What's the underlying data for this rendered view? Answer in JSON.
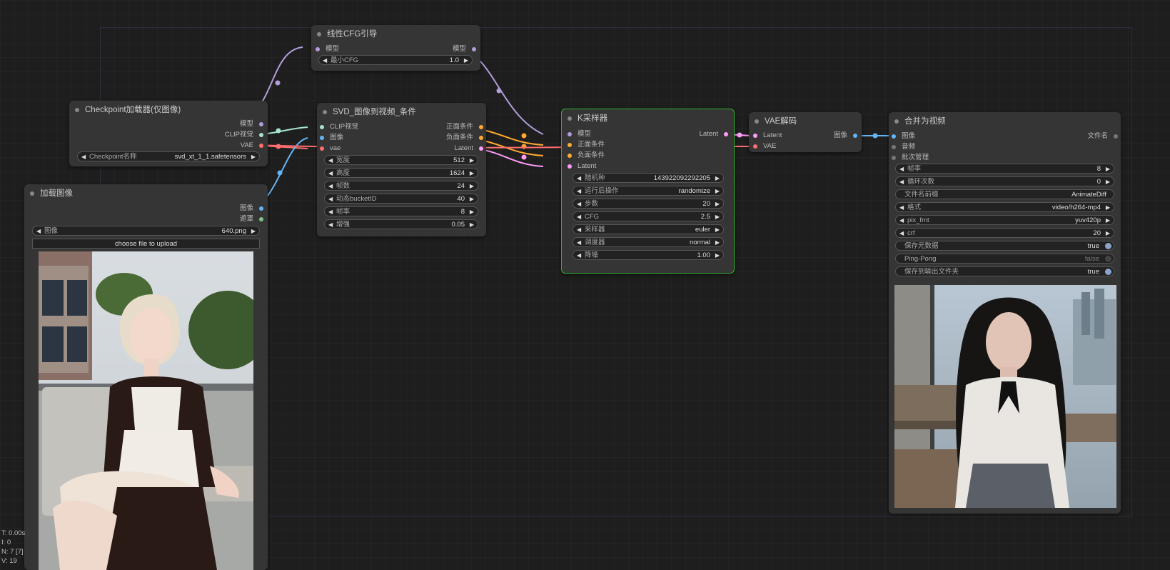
{
  "nodes": {
    "cfg": {
      "title": "线性CFG引导",
      "in_model": "模型",
      "out_model": "模型",
      "min_cfg_label": "最小CFG",
      "min_cfg_value": "1.0"
    },
    "ckpt": {
      "title": "Checkpoint加载器(仅图像)",
      "out_model": "模型",
      "out_clip": "CLIP视觉",
      "out_vae": "VAE",
      "name_label": "Checkpoint名称",
      "name_value": "svd_xt_1_1.safetensors"
    },
    "svd": {
      "title": "SVD_图像到视频_条件",
      "in_clip": "CLIP视觉",
      "in_image": "图像",
      "in_vae": "vae",
      "out_pos": "正面条件",
      "out_neg": "负面条件",
      "out_latent": "Latent",
      "widgets": [
        {
          "label": "宽度",
          "value": "512"
        },
        {
          "label": "高度",
          "value": "1624"
        },
        {
          "label": "帧数",
          "value": "24"
        },
        {
          "label": "动态bucketID",
          "value": "40"
        },
        {
          "label": "帧率",
          "value": "8"
        },
        {
          "label": "增强",
          "value": "0.05"
        }
      ]
    },
    "load": {
      "title": "加载图像",
      "out_image": "图像",
      "out_mask": "遮罩",
      "image_label": "图像",
      "image_value": "640.png",
      "upload_label": "choose file to upload"
    },
    "ksampler": {
      "title": "K采样器",
      "in_model": "模型",
      "in_pos": "正面条件",
      "in_neg": "负面条件",
      "in_latent": "Latent",
      "out_latent": "Latent",
      "widgets": [
        {
          "label": "随机种",
          "value": "143922092292205"
        },
        {
          "label": "运行后操作",
          "value": "randomize"
        },
        {
          "label": "步数",
          "value": "20"
        },
        {
          "label": "CFG",
          "value": "2.5"
        },
        {
          "label": "采样器",
          "value": "euler"
        },
        {
          "label": "调度器",
          "value": "normal"
        },
        {
          "label": "降噪",
          "value": "1.00"
        }
      ]
    },
    "vae": {
      "title": "VAE解码",
      "in_latent": "Latent",
      "in_vae": "VAE",
      "out_image": "图像"
    },
    "combine": {
      "title": "合并为视频",
      "in_image": "图像",
      "in_audio": "音频",
      "in_batch": "批次管理",
      "out_filename": "文件名",
      "widgets": [
        {
          "label": "帧率",
          "value": "8",
          "kind": "number"
        },
        {
          "label": "循环次数",
          "value": "0",
          "kind": "number"
        },
        {
          "label": "文件名前缀",
          "value": "AnimateDiff",
          "kind": "text"
        },
        {
          "label": "格式",
          "value": "video/h264-mp4",
          "kind": "number"
        },
        {
          "label": "pix_fmt",
          "value": "yuv420p",
          "kind": "number"
        },
        {
          "label": "crf",
          "value": "20",
          "kind": "number"
        },
        {
          "label": "保存元数据",
          "value": "true",
          "kind": "toggle"
        },
        {
          "label": "Ping-Pong",
          "value": "false",
          "kind": "toggle-off"
        },
        {
          "label": "保存到输出文件夹",
          "value": "true",
          "kind": "toggle"
        }
      ]
    }
  },
  "stats": {
    "t": "T: 0.00s",
    "i": "I: 0",
    "n": "N: 7 [7]",
    "v": "V: 19"
  },
  "colors": {
    "model": "#b39ddb",
    "clip": "#a6e3cf",
    "vae": "#ff6e6e",
    "image": "#64b5f6",
    "mask": "#81c784",
    "cond": "#ffa931",
    "latent": "#ff9cf9",
    "selected": "#2fb12f"
  }
}
